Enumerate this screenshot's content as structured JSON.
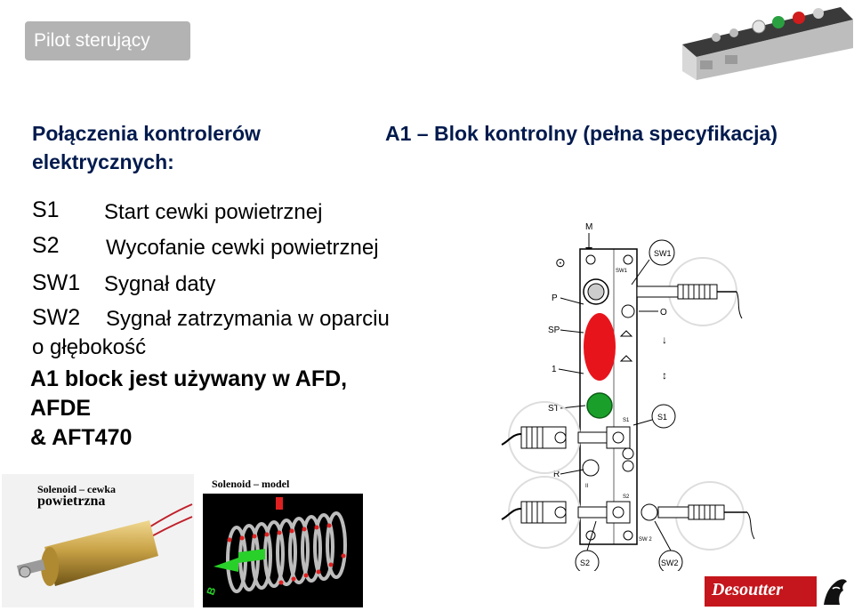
{
  "slide": {
    "title": "Pilot sterujący",
    "heading_left": "Połączenia kontrolerów elektrycznych:",
    "heading_right": "A1 – Blok kontrolny (pełna specyfikacja)"
  },
  "legend": [
    {
      "code": "S1",
      "desc": "Start cewki powietrznej"
    },
    {
      "code": "S2",
      "desc": "Wycofanie cewki powietrznej"
    },
    {
      "code": "SW1",
      "desc": "Sygnał daty"
    },
    {
      "code": "SW2",
      "desc": "Sygnał zatrzymania w oparciu"
    }
  ],
  "legend_continuation": "o głębokość",
  "note": {
    "line1": "A1 block jest używany w AFD,",
    "line2": "AFDE",
    "line3": "& AFT470"
  },
  "photos": {
    "left_caption_line1": "Solenoid – cewka",
    "left_caption_line2": "powietrzna",
    "right_caption": "Solenoid – model",
    "model_label_top": "I",
    "model_label_arrow": "B"
  },
  "diagram": {
    "labels": {
      "m": "M",
      "p": "P",
      "sp": "SP",
      "one": "1",
      "st": "ST",
      "r": "R",
      "o": "O",
      "sw1_callout": "SW1",
      "s1_callout": "S1",
      "s2_callout": "S2",
      "sw2_callout": "SW2",
      "sw1_small": "SW1",
      "s1_small": "S1",
      "s2_small": "S2",
      "sw2_small": "SW 2",
      "ii_small": "II"
    }
  },
  "brand": {
    "logo_text": "Desoutter"
  },
  "colors": {
    "title_bg": "#b3b3b3",
    "heading_navy": "#001a4d",
    "red_button": "#e8141c",
    "green_button": "#1aa02a",
    "logo_red": "#c4161c"
  }
}
